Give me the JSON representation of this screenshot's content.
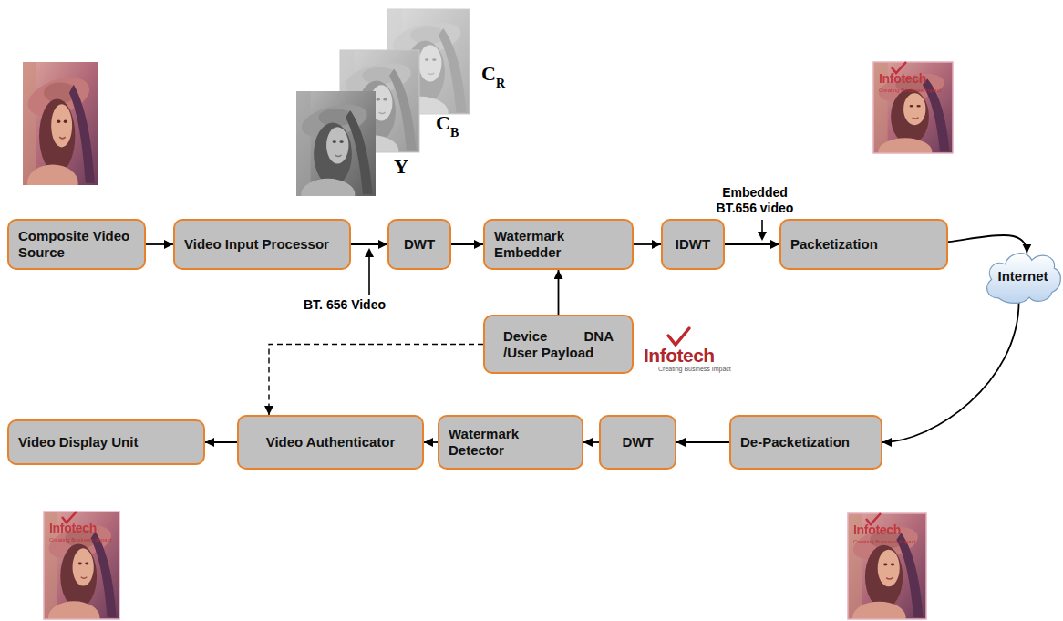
{
  "diagram": {
    "nodes": [
      {
        "text": [
          "Composite Video Source"
        ]
      },
      {
        "text": [
          "Video Input Processor"
        ]
      },
      {
        "text": [
          "DWT"
        ]
      },
      {
        "text": [
          "Watermark Embedder"
        ]
      },
      {
        "text": [
          "IDWT"
        ]
      },
      {
        "text": [
          "Packetization"
        ]
      },
      {
        "text": [
          "Internet"
        ]
      },
      {
        "text": [
          "Device DNA /User Payload"
        ]
      },
      {
        "text": [
          "Video Display Unit"
        ]
      },
      {
        "text": [
          "Video Authenticator"
        ]
      },
      {
        "text": [
          "Watermark Detector"
        ]
      },
      {
        "text": [
          "DWT"
        ]
      },
      {
        "text": [
          "De-Packetization"
        ]
      }
    ],
    "edges": [
      {
        "from": 0,
        "to": 1,
        "arrow": "to"
      },
      {
        "from": 1,
        "to": 2,
        "arrow": "to"
      },
      {
        "from": 2,
        "to": 3,
        "arrow": "to"
      },
      {
        "from": 7,
        "to": 3,
        "arrow": "to"
      },
      {
        "from": 3,
        "to": 4,
        "arrow": "to"
      },
      {
        "from": 4,
        "to": 5,
        "arrow": "to"
      },
      {
        "from": 5,
        "to": 6,
        "arrow": "to"
      },
      {
        "from": 6,
        "to": 12,
        "arrow": "to"
      },
      {
        "from": 12,
        "to": 11,
        "arrow": "to"
      },
      {
        "from": 11,
        "to": 10,
        "arrow": "to"
      },
      {
        "from": 10,
        "to": 9,
        "arrow": "to"
      },
      {
        "from": 7,
        "to": 9,
        "arrow": "to"
      },
      {
        "from": 9,
        "to": 8,
        "arrow": "to"
      }
    ],
    "labels": [
      "C",
      "R",
      "C",
      "B",
      "Y",
      "BT. 656 Video",
      "Embedded BT.656 video",
      "Infotech",
      "Creating Business Impact",
      "Infotech",
      "Creating Business Impact",
      "Infotech",
      "Creating Business Impact",
      "Infotech",
      "Creating Business Impact"
    ]
  }
}
